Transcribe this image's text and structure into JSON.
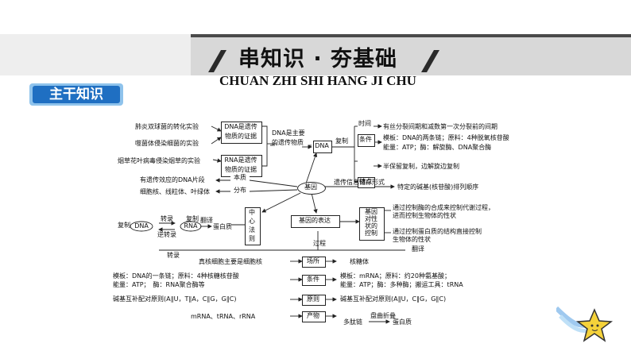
{
  "header": {
    "title": "串知识 · 夯基础",
    "subtitle": "CHUAN ZHI SHI HANG JI CHU",
    "badge": "主干知识"
  },
  "colors": {
    "banner_dark": "#4a4a4a",
    "banner_light": "#d8d8d8",
    "badge_blue": "#1f6fc2",
    "badge_border": "#8fc3ec",
    "star_yellow": "#f5d23a"
  },
  "diagram": {
    "exp1": "肺炎双球菌的转化实验",
    "exp2": "噬菌体侵染细菌的实验",
    "exp3": "烟草花叶病毒侵染烟草的实验",
    "evidence_dna_1": "DNA是遗传",
    "evidence_dna_2": "物质的证据",
    "evidence_rna_1": "RNA是遗传",
    "evidence_rna_2": "物质的证据",
    "main_material_1": "DNA是主要",
    "main_material_2": "的遗传物质",
    "dna": "DNA",
    "replication": "复制",
    "time": "时间",
    "time_desc": "有丝分裂间期和减数第一次分裂前的间期",
    "condition": "条件",
    "cond_line1": "模板：DNA的两条链；原料：4种脱氧核苷酸",
    "cond_line2": "能量：ATP；酶：解旋酶、DNA聚合酶",
    "feature": "特点",
    "feature_desc": "半保留复制，边解旋边复制",
    "gene_essence": "有遗传效应的DNA片段",
    "essence": "本质",
    "distribution_desc": "细胞核、线粒体、叶绿体",
    "distribution": "分布",
    "gene": "基因",
    "info_form": "遗传信息储存形式",
    "info_form_desc": "特定的碱基(核苷酸)排列顺序",
    "central_dogma": [
      "中",
      "心",
      "法",
      "则"
    ],
    "dogma_replication": "复制",
    "dogma_dna": "DNA",
    "dogma_rna": "RNA",
    "dogma_transcription": "转录",
    "dogma_reverse": "逆转录",
    "dogma_replication2": "复制",
    "dogma_translation": "翻译",
    "dogma_protein": "蛋白质",
    "gene_expression": "基因的表达",
    "gene_control": [
      "基因",
      "对性",
      "状的",
      "控制"
    ],
    "control1_line1": "通过控制酶的合成来控制代谢过程，",
    "control1_line2": "进而控制生物体的性状",
    "control2_line1": "通过控制蛋白质的结构直接控制",
    "control2_line2": "生物体的性状",
    "process": "过程",
    "transcription": "转录",
    "translation": "翻译",
    "site_left": "真核细胞主要是细胞核",
    "site": "场所",
    "site_right": "核糖体",
    "cond_left1": "模板：DNA的一条链；原料：4种核糖核苷酸",
    "cond_left2": "能量：ATP；　酶：RNA聚合酶等",
    "conditions": "条件",
    "cond_right1": "模板：mRNA；原料：约20种氨基酸；",
    "cond_right2": "能量：ATP；酶：多种酶；搬运工具：tRNA",
    "principle_left": "碱基互补配对原则(A∥U，T∥A，C∥G，G∥C)",
    "principle": "原则",
    "principle_right": "碱基互补配对原则(A∥U，C∥G，G∥C)",
    "product_left": "mRNA、tRNA、rRNA",
    "product": "产物",
    "product_right1": "多肽链",
    "product_fold": "盘曲折叠",
    "product_right2": "蛋白质"
  }
}
